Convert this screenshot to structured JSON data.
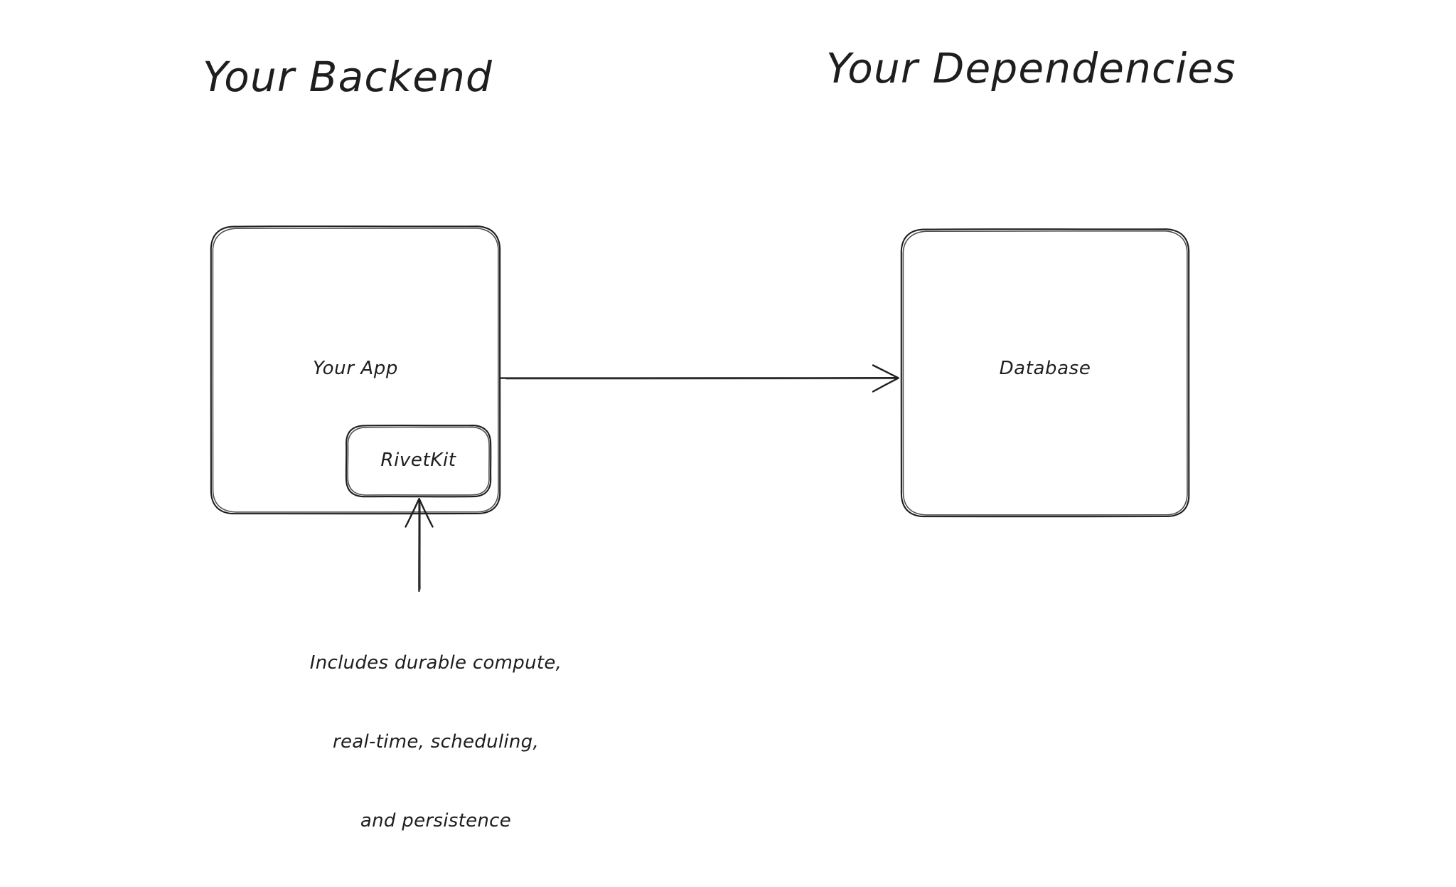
{
  "diagram": {
    "type": "architecture-diagram",
    "style": "hand-drawn-sketch",
    "background_color": "#ffffff",
    "stroke_color": "#1e1e1e",
    "text_color": "#1e1e1e",
    "titles": [
      {
        "id": "backend",
        "text": "Your Backend"
      },
      {
        "id": "dependencies",
        "text": "Your Dependencies"
      }
    ],
    "nodes": [
      {
        "id": "your-app",
        "label": "Your App",
        "group": "backend"
      },
      {
        "id": "rivetkit",
        "label": "RivetKit",
        "group": "backend",
        "parent": "your-app"
      },
      {
        "id": "database",
        "label": "Database",
        "group": "dependencies"
      }
    ],
    "edges": [
      {
        "id": "app-to-database",
        "from": "your-app",
        "to": "database",
        "direction": "right",
        "label": ""
      },
      {
        "id": "note-to-rivetkit",
        "from": "note",
        "to": "rivetkit",
        "direction": "up",
        "label": ""
      }
    ],
    "annotation": {
      "id": "rivetkit-note",
      "lines": [
        "Includes durable compute,",
        "real-time, scheduling,",
        "and persistence"
      ],
      "text": "Includes durable compute,\nreal-time, scheduling,\nand persistence"
    }
  }
}
